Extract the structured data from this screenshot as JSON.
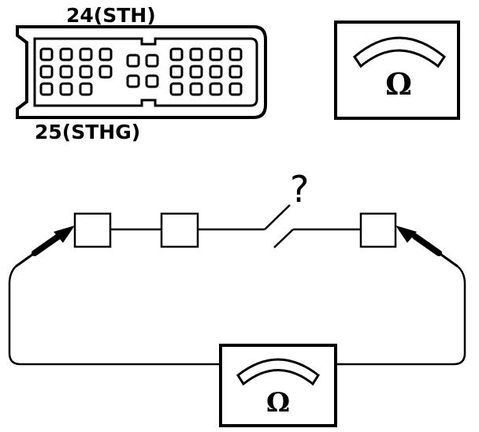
{
  "connector": {
    "top_label": "24(STH)",
    "bottom_label": "25(STHG)"
  },
  "meter_top": {
    "symbol": "Ω"
  },
  "meter_bottom": {
    "symbol": "Ω"
  },
  "switch": {
    "question_mark": "?"
  },
  "colors": {
    "ink": "#000000",
    "paper": "#ffffff"
  }
}
